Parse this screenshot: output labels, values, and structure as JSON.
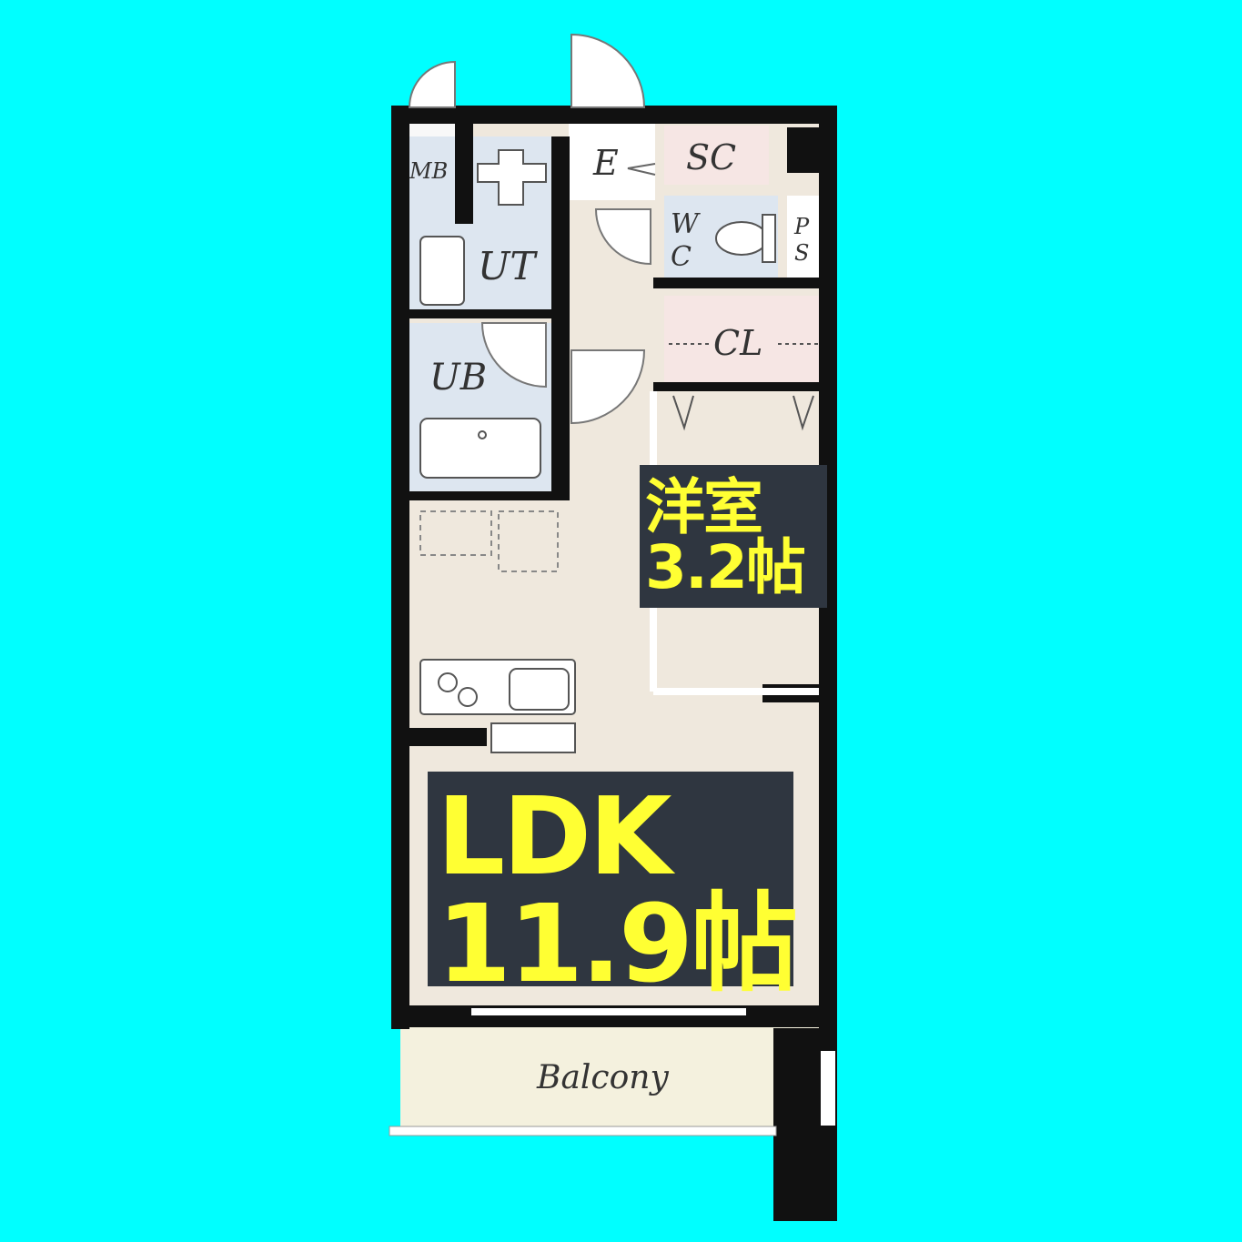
{
  "floor_plan": {
    "rooms": {
      "mb": "MB",
      "entrance": "E",
      "shoe_closet": "SC",
      "utility": "UT",
      "wc_line1": "W",
      "wc_line2": "C",
      "ps_line1": "P",
      "ps_line2": "S",
      "closet": "CL",
      "unit_bath": "UB",
      "balcony": "Balcony"
    },
    "western_room": {
      "name": "洋室",
      "size": "3.2帖"
    },
    "ldk": {
      "name": "LDK",
      "size": "11.9帖"
    },
    "colors": {
      "background": "#00ffff",
      "floor": "#efe8dd",
      "wet_area": "#dde6f0",
      "storage": "#f6e6e4",
      "balcony": "#f4f1de",
      "wall": "#111111",
      "label_bg": "#2f3640",
      "label_text": "#ffff33"
    }
  }
}
